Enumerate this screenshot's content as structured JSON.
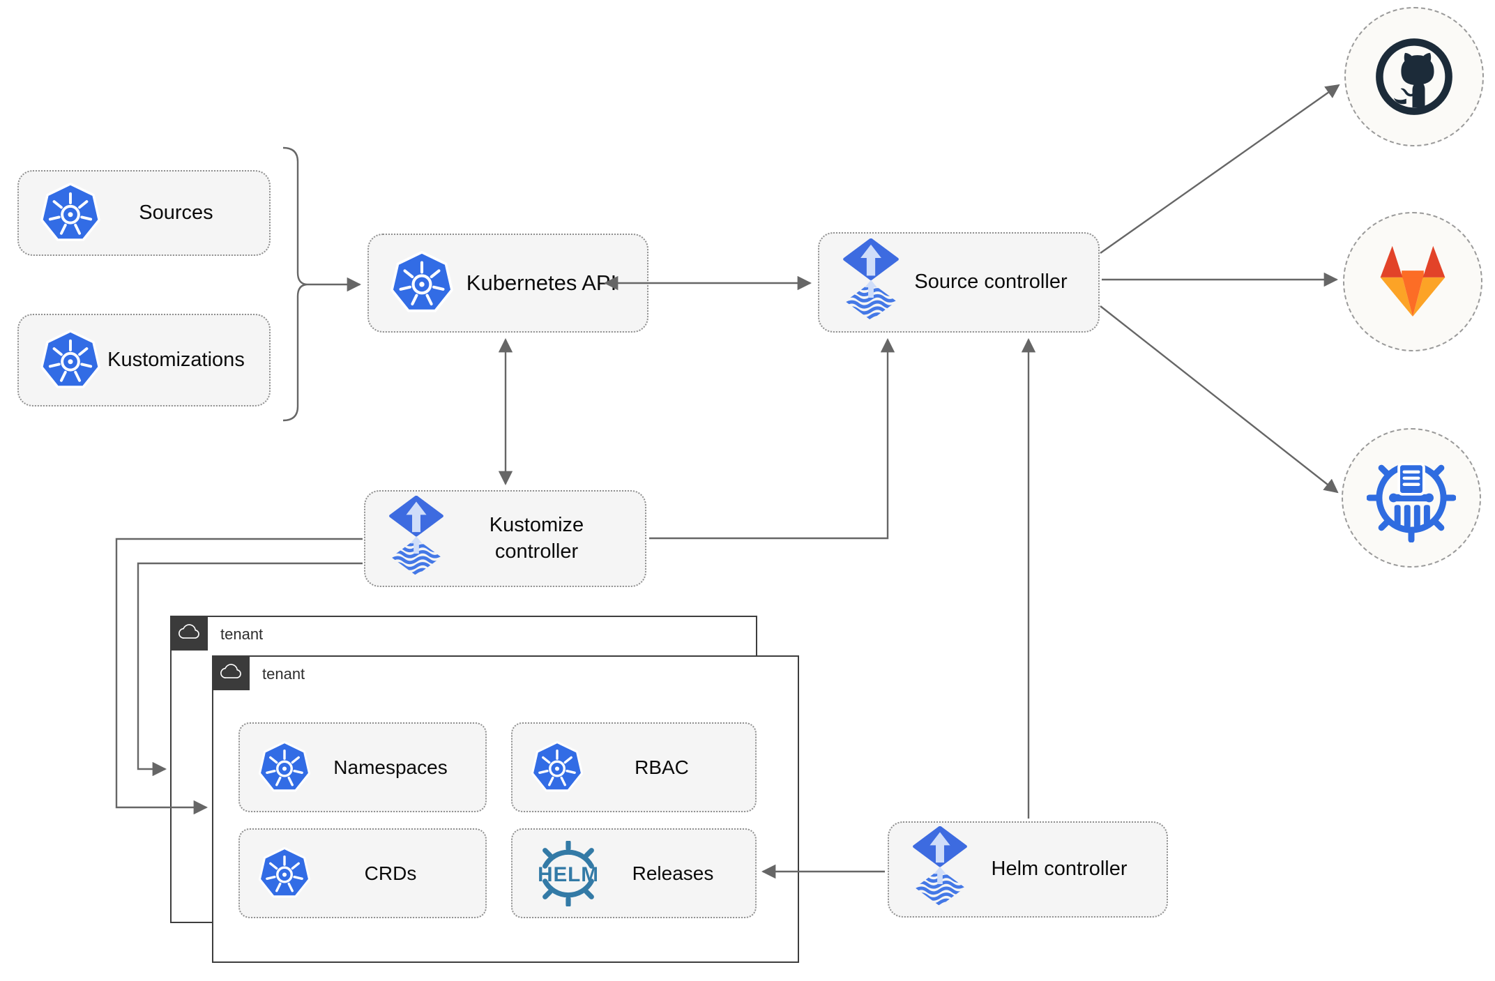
{
  "boxes": {
    "sources": {
      "label": "Sources",
      "icon": "kubernetes-icon"
    },
    "kustomizations": {
      "label": "Kustomizations",
      "icon": "kubernetes-icon"
    },
    "kubernetes_api": {
      "label": "Kubernetes API",
      "icon": "kubernetes-icon"
    },
    "source_controller": {
      "label": "Source controller",
      "icon": "flux-icon"
    },
    "kustomize_controller": {
      "label": "Kustomize controller",
      "icon": "flux-icon"
    },
    "helm_controller": {
      "label": "Helm controller",
      "icon": "flux-icon"
    },
    "namespaces": {
      "label": "Namespaces",
      "icon": "kubernetes-icon"
    },
    "rbac": {
      "label": "RBAC",
      "icon": "kubernetes-icon"
    },
    "crds": {
      "label": "CRDs",
      "icon": "kubernetes-icon"
    },
    "releases": {
      "label": "Releases",
      "icon": "helm-logo"
    }
  },
  "tenant_back": {
    "label": "tenant",
    "icon": "cloud-icon"
  },
  "tenant_front": {
    "label": "tenant",
    "icon": "cloud-icon"
  },
  "endpoints": {
    "github": {
      "icon": "github-icon"
    },
    "gitlab": {
      "icon": "gitlab-icon"
    },
    "chartmuseum": {
      "icon": "chartmuseum-icon"
    }
  },
  "helm_logo_text": "HELM",
  "colors": {
    "kubernetes_blue": "#326ce5",
    "flux_blue": "#3d6be0",
    "flux_wave_blue": "#4478e6",
    "flux_arrow_light": "#cfddf9",
    "github_dark": "#1c2b39",
    "gitlab_red": "#e24329",
    "gitlab_orange": "#fc6d26",
    "gitlab_yellow": "#fca326",
    "chartmuseum_blue": "#2f6ce0",
    "helm_steel_blue": "#337aa6",
    "wire_gray": "#666666",
    "node_fill": "#f5f5f5",
    "tenant_dark": "#3b3b3b"
  }
}
